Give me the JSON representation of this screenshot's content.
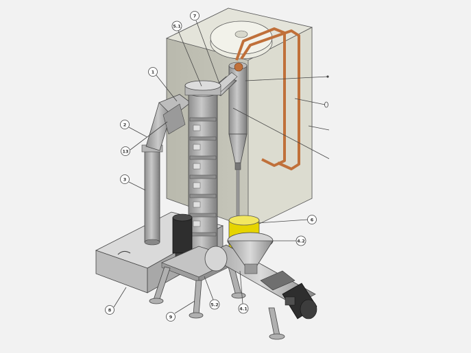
{
  "diagram": {
    "callouts": [
      {
        "id": "c1",
        "text": "1"
      },
      {
        "id": "c2",
        "text": "2"
      },
      {
        "id": "c13",
        "text": "13"
      },
      {
        "id": "c3",
        "text": "3"
      },
      {
        "id": "c51",
        "text": "5.1"
      },
      {
        "id": "c7",
        "text": "7"
      },
      {
        "id": "c6",
        "text": "6"
      },
      {
        "id": "c42",
        "text": "4.2"
      },
      {
        "id": "c8",
        "text": "8"
      },
      {
        "id": "c9",
        "text": "9"
      },
      {
        "id": "c52",
        "text": "5.2"
      },
      {
        "id": "c41",
        "text": "4.1"
      }
    ]
  },
  "colors": {
    "tank": "#cfcfc3",
    "metal": "#a9a9a9",
    "copper": "#c0703a",
    "yellow": "#e6d400",
    "motor": "#2e2e2e"
  }
}
